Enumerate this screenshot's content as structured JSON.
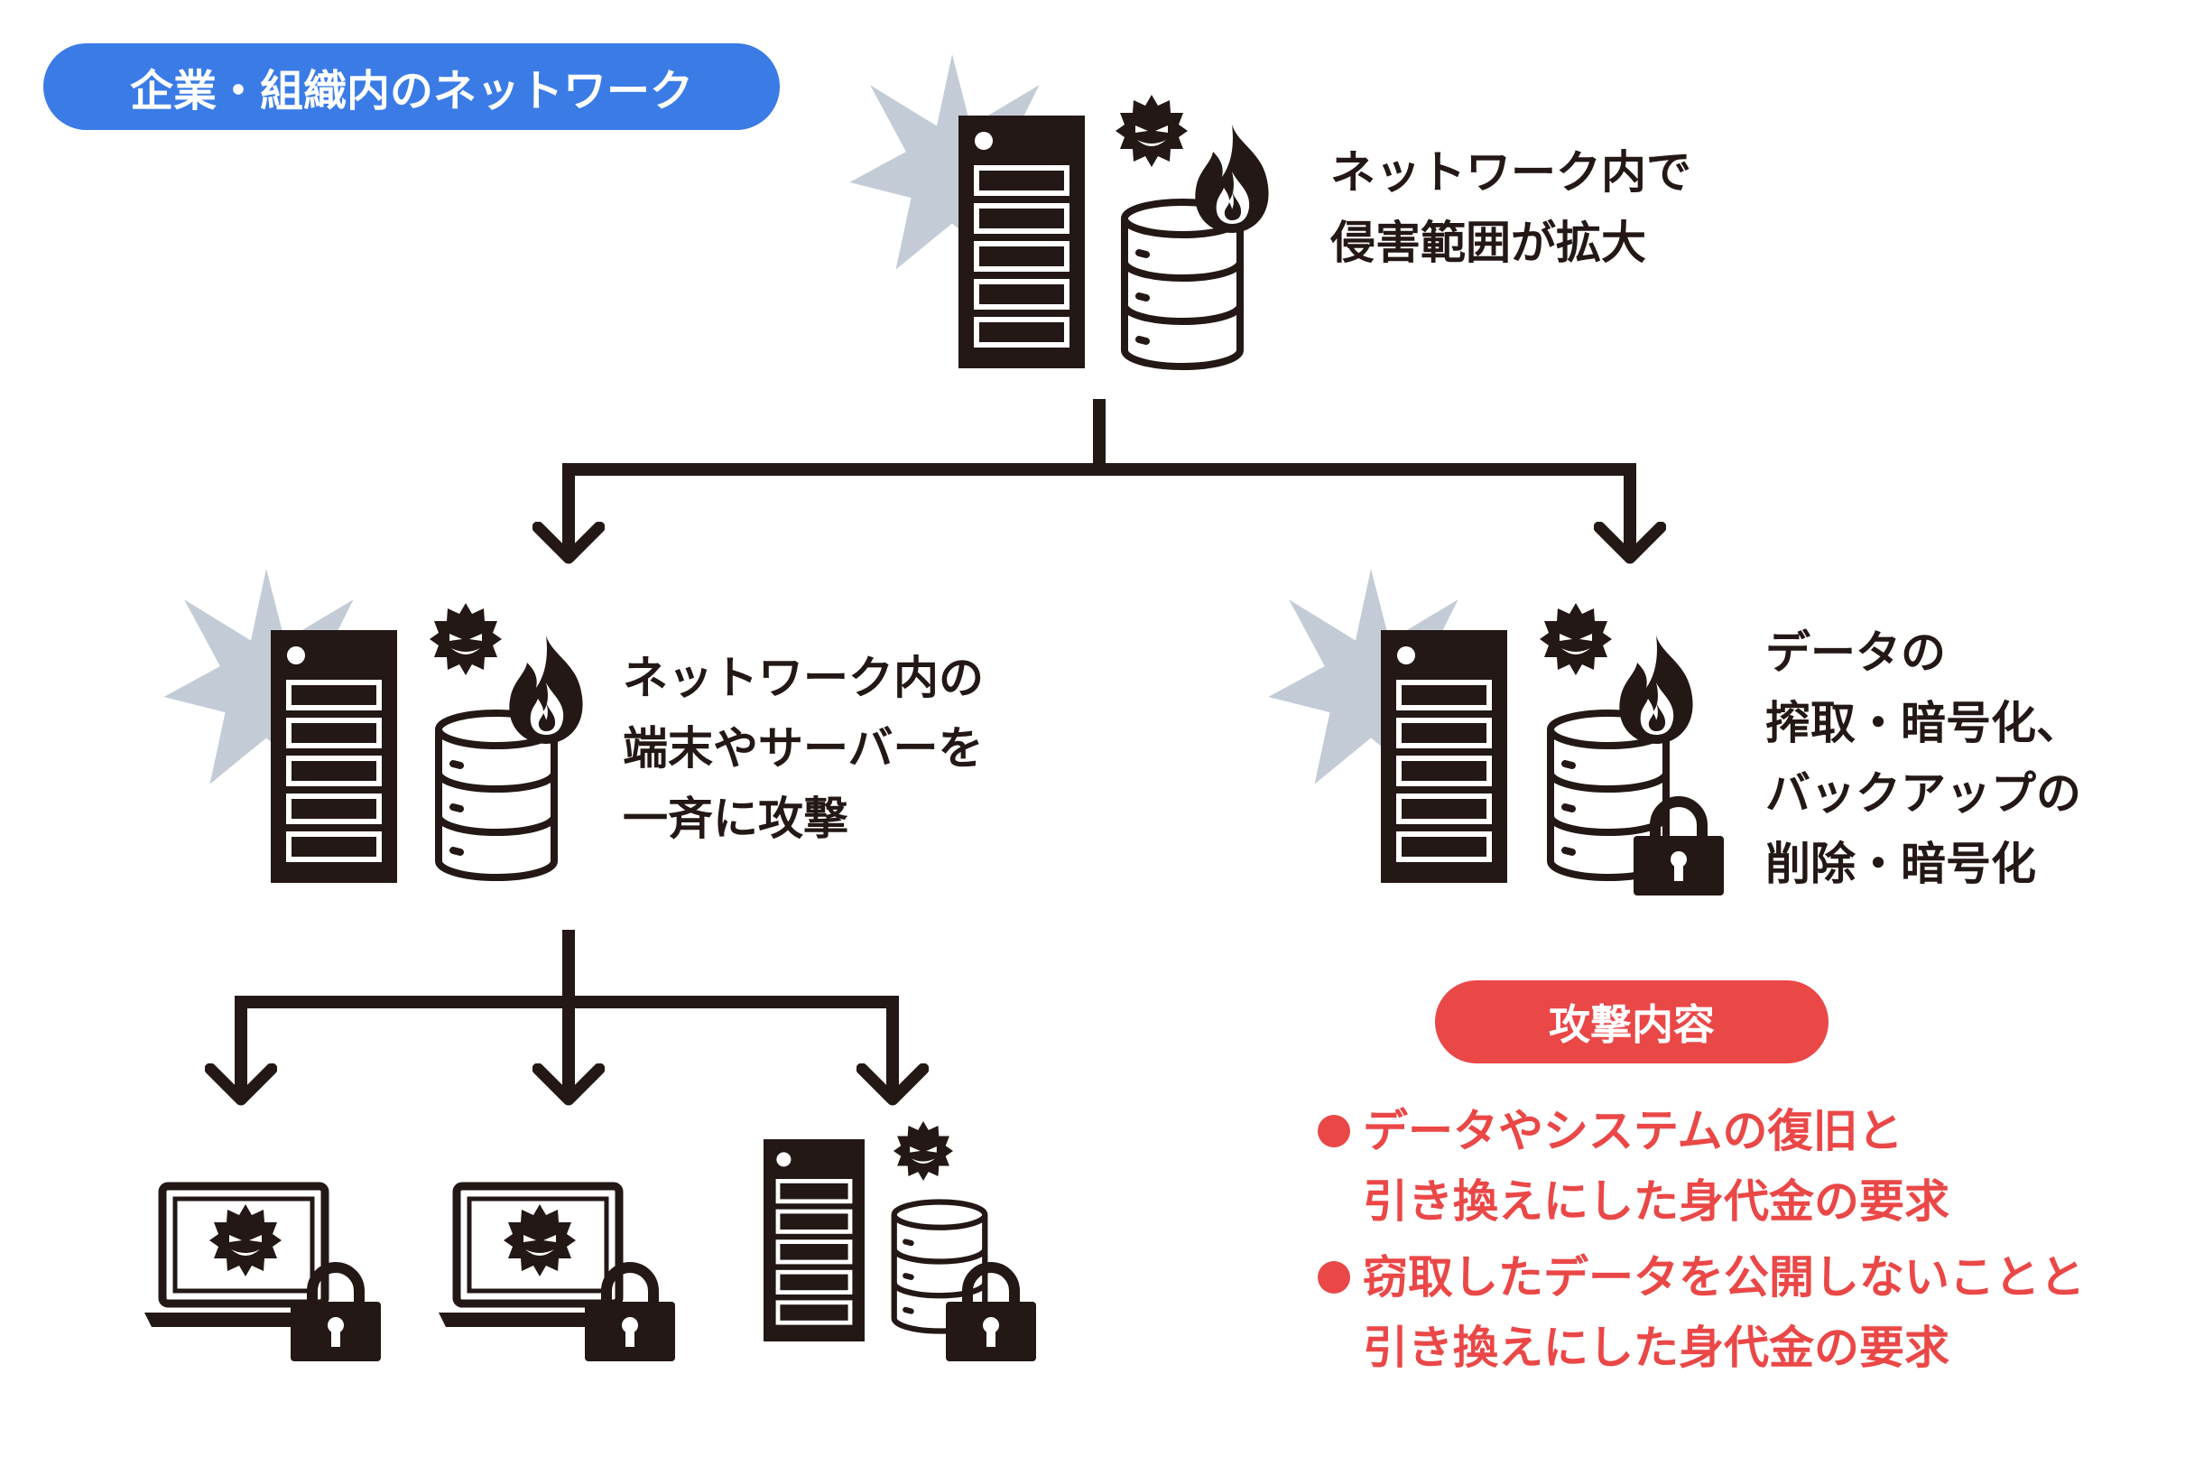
{
  "header_badge": {
    "text": "企業・組織内のネットワーク",
    "color": "#3a7be6"
  },
  "nodes": {
    "top": {
      "lines": [
        "ネットワーク内で",
        "侵害範囲が拡大"
      ]
    },
    "middle_left": {
      "lines": [
        "ネットワーク内の",
        "端末やサーバーを",
        "一斉に攻撃"
      ]
    },
    "middle_right": {
      "lines": [
        "データの",
        "搾取・暗号化、",
        "バックアップの",
        "削除・暗号化"
      ]
    }
  },
  "attack_box": {
    "title": "攻撃内容",
    "color": "#ea4747",
    "items": [
      {
        "lines": [
          "データやシステムの復旧と",
          "引き換えにした身代金の要求"
        ]
      },
      {
        "lines": [
          "窃取したデータを公開しないことと",
          "引き換えにした身代金の要求"
        ]
      }
    ]
  },
  "icons": [
    "server-icon",
    "database-icon",
    "virus-icon",
    "fire-icon",
    "burst-icon",
    "lock-icon",
    "laptop-icon",
    "arrow-down-icon"
  ],
  "colors": {
    "ink": "#231815",
    "burst": "#c3ccd6"
  }
}
